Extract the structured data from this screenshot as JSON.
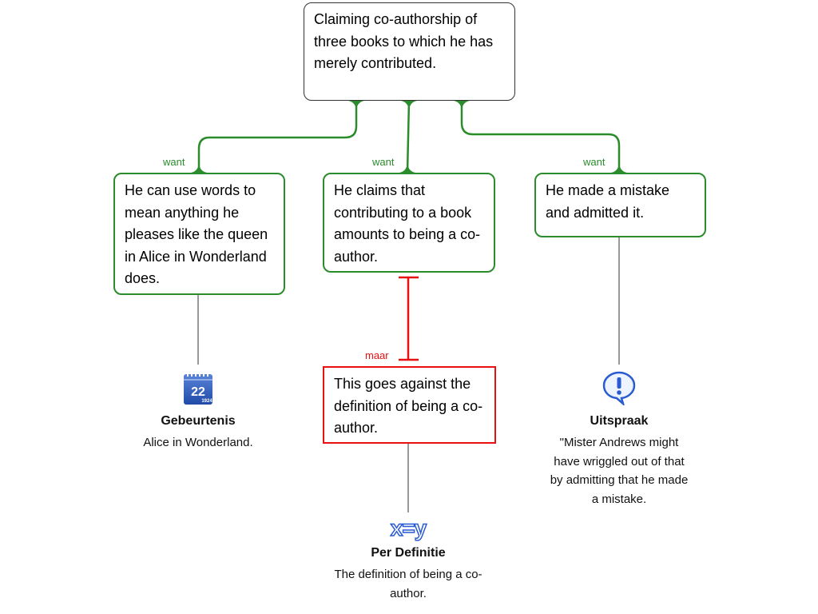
{
  "claim": "Claiming co-authorship of three books to which he has merely contributed.",
  "reasons": [
    {
      "text": "He can use words to mean anything he pleases like the queen in Alice in Wonderland does.",
      "link_label": "want"
    },
    {
      "text": "He claims that contributing to a book amounts to being a co-author.",
      "link_label": "want"
    },
    {
      "text": "He made a mistake and admitted it.",
      "link_label": "want"
    }
  ],
  "objection": {
    "text": "This goes against the definition of being a co-author.",
    "link_label": "maar"
  },
  "sources": [
    {
      "icon": "calendar-icon",
      "type": "Gebeurtenis",
      "text": "Alice in Wonderland.",
      "calendar_day": "22",
      "calendar_year": "1924"
    },
    {
      "icon": "equation-icon",
      "type": "Per Definitie",
      "text": "The definition of being a co-author.",
      "glyph": "x=y"
    },
    {
      "icon": "exclamation-bubble-icon",
      "type": "Uitspraak",
      "text": "\"Mister Andrews might have wriggled out of that by admitting that he made a mistake."
    }
  ],
  "colors": {
    "support": "#2a8c2a",
    "oppose": "#e81010",
    "icon": "#2a5bd0"
  }
}
